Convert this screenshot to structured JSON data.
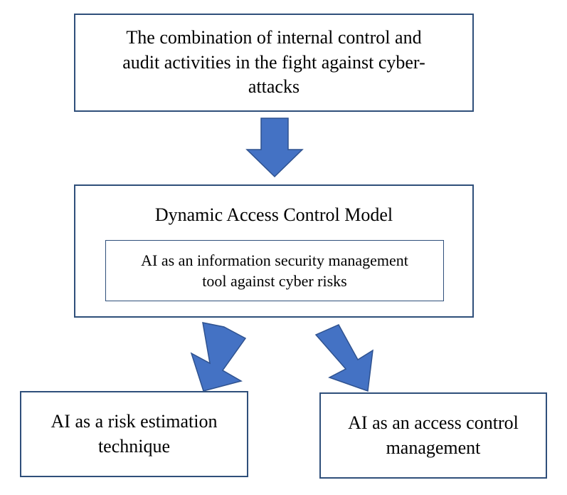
{
  "diagram": {
    "top_box": {
      "text": "The combination of internal control and\naudit activities in the fight against cyber-\nattacks"
    },
    "middle_box": {
      "title": "Dynamic Access Control Model",
      "inner_text": "AI as an information security management\ntool against cyber risks"
    },
    "left_box": {
      "text": "AI as a risk estimation\ntechnique"
    },
    "right_box": {
      "text": "AI as an access control\nmanagement"
    }
  },
  "colors": {
    "arrow_fill": "#4472c4",
    "arrow_stroke": "#2f528f",
    "box_border": "#2f4f7a"
  }
}
